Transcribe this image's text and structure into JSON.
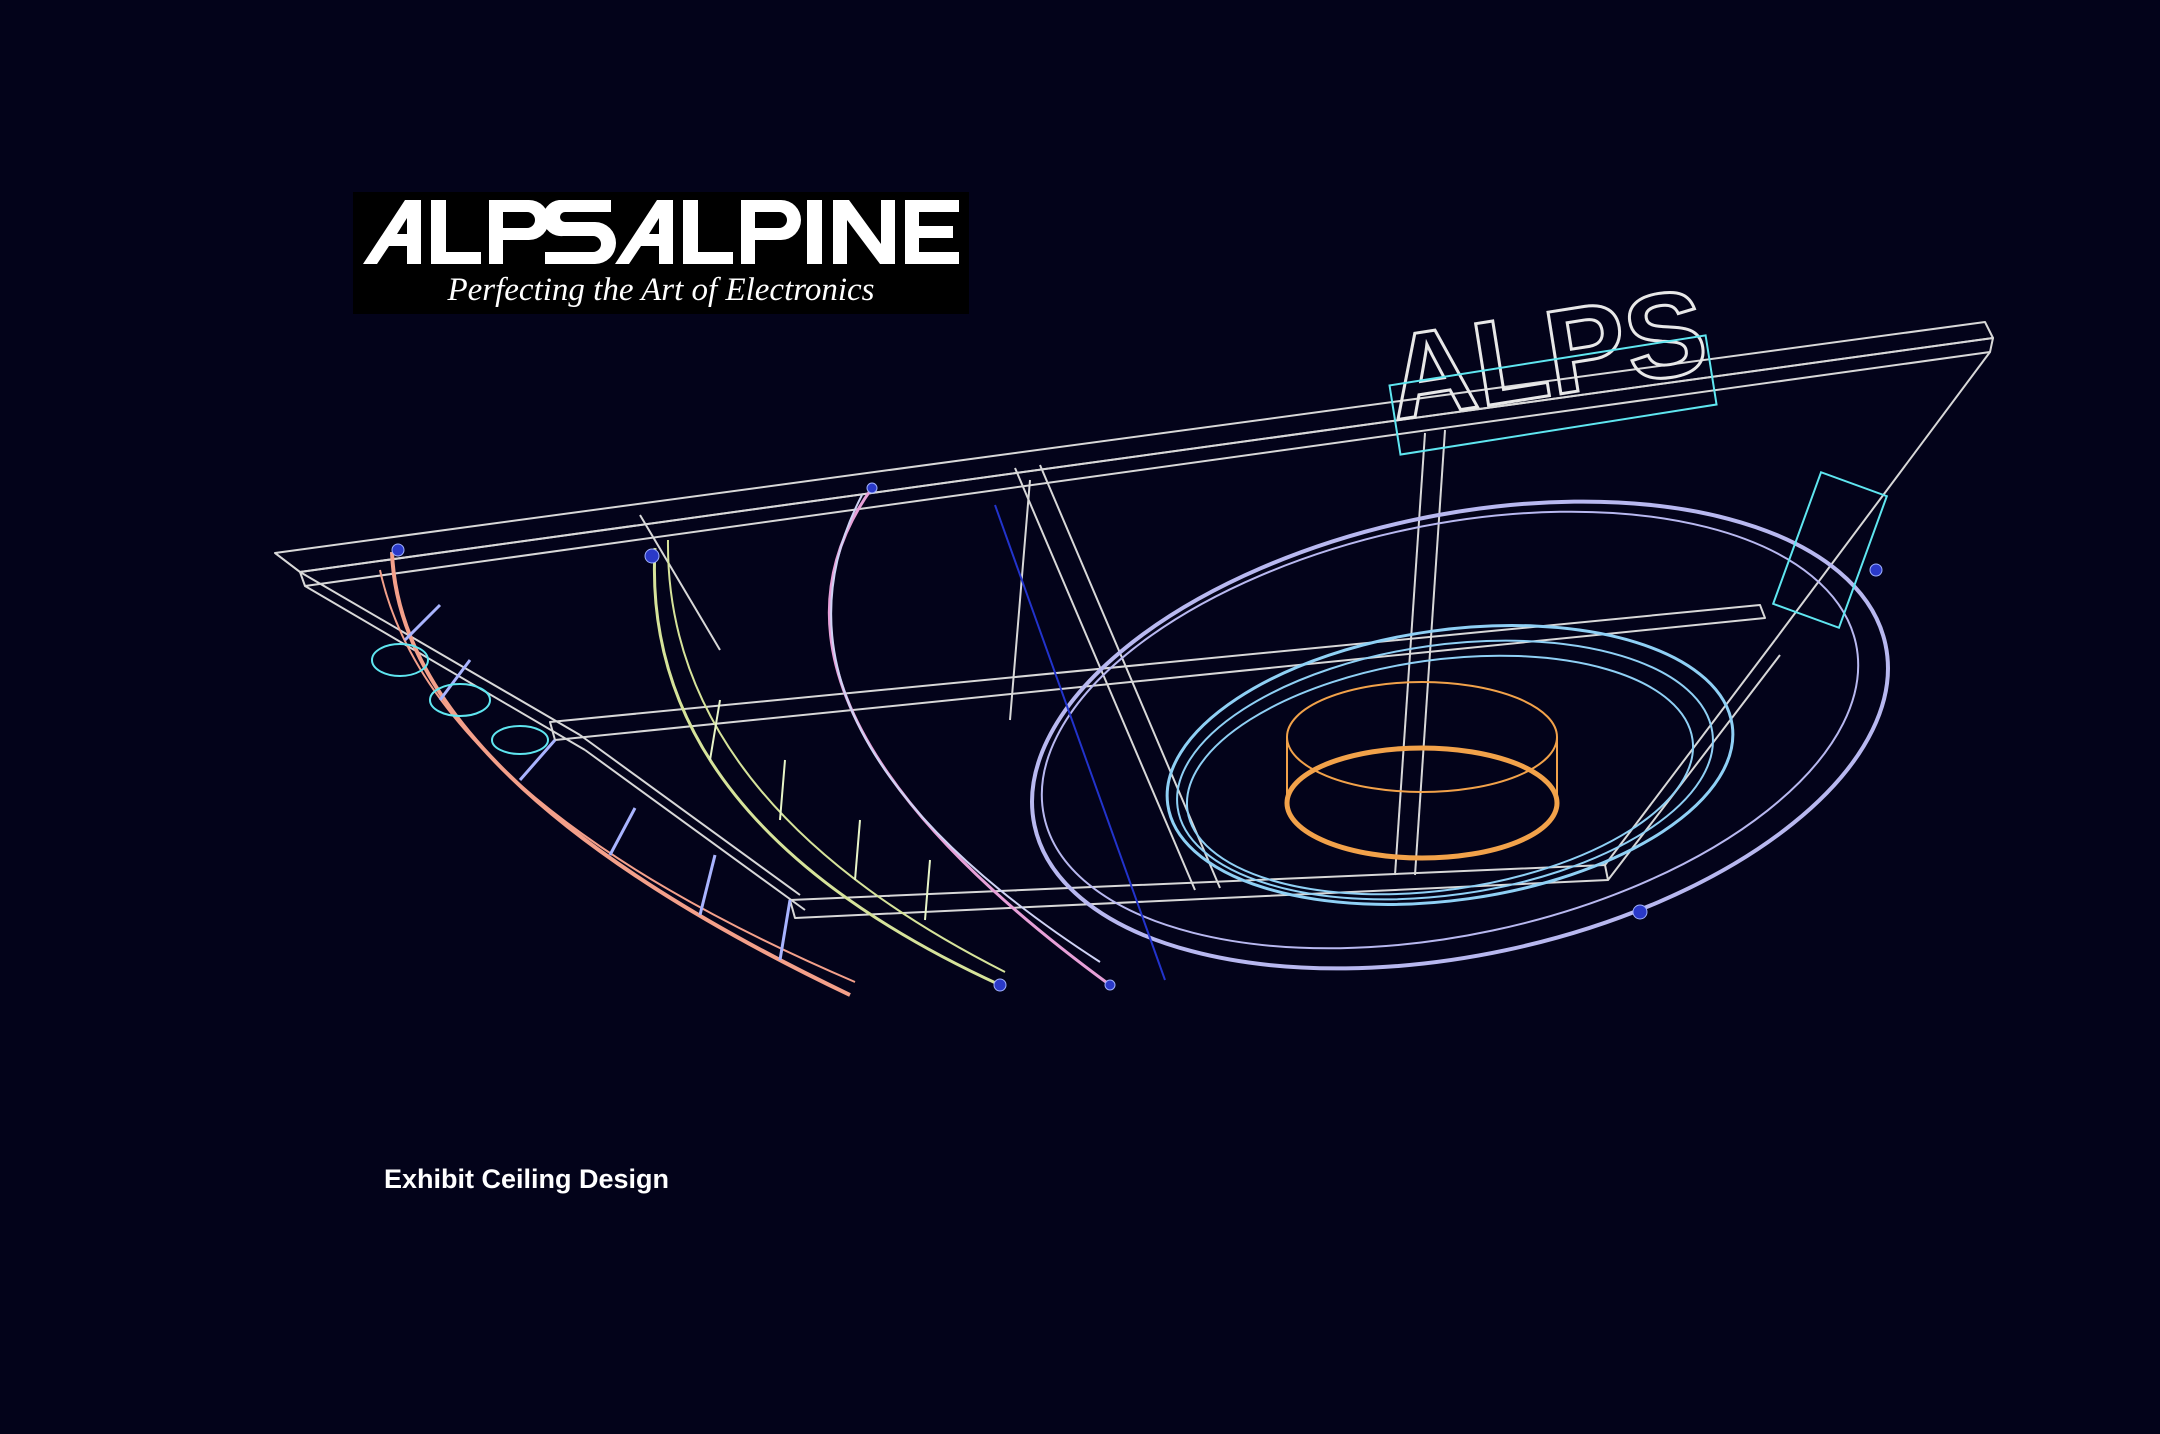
{
  "logo": {
    "wordmark": "ALPSALPINE",
    "tagline": "Perfecting the Art of Electronics",
    "background": "#000000",
    "color": "#ffffff"
  },
  "drawing": {
    "sign_lettering": "ALPS",
    "background": "#03031a",
    "colors": {
      "frame": "#d8d8d8",
      "arc_salmon": "#f4a08a",
      "arc_yellow_green": "#d6e39a",
      "arc_pink": "#e7a0d8",
      "ring_lavender": "#b8b8f0",
      "ring_sky": "#8fd0f5",
      "ring_orange": "#f2a24a",
      "cyan_detail": "#5fe6f0",
      "guide_blue": "#2233cc",
      "strut_light": "#e8f5c8"
    }
  },
  "caption": "Exhibit Ceiling Design"
}
